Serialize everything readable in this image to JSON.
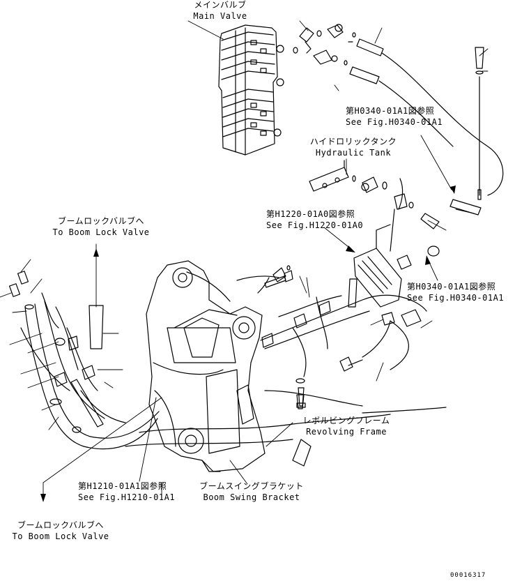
{
  "labels": {
    "main_valve_jp": "メインバルブ",
    "main_valve_en": "Main Valve",
    "fig_h0340_top_jp": "第H0340-01A1図参照",
    "fig_h0340_top_en": "See Fig.H0340-01A1",
    "hyd_tank_jp": "ハイドロリックタンク",
    "hyd_tank_en": "Hydraulic Tank",
    "fig_h1220_jp": "第H1220-01A0図参照",
    "fig_h1220_en": "See Fig.H1220-01A0",
    "boom_lock_top_jp": "ブームロックバルブへ",
    "boom_lock_top_en": "To Boom Lock Valve",
    "fig_h0340_right_jp": "第H0340-01A1図参照",
    "fig_h0340_right_en": "See Fig.H0340-01A1",
    "rev_frame_jp": "レボルビングフレーム",
    "rev_frame_en": "Revolving Frame",
    "fig_h1210_jp": "第H1210-01A1図参照",
    "fig_h1210_en": "See Fig.H1210-01A1",
    "boom_swing_jp": "ブームスイングブラケット",
    "boom_swing_en": "Boom Swing Bracket",
    "boom_lock_bot_jp": "ブームロックバルブへ",
    "boom_lock_bot_en": "To Boom Lock Valve",
    "drawing_no": "00016317"
  }
}
